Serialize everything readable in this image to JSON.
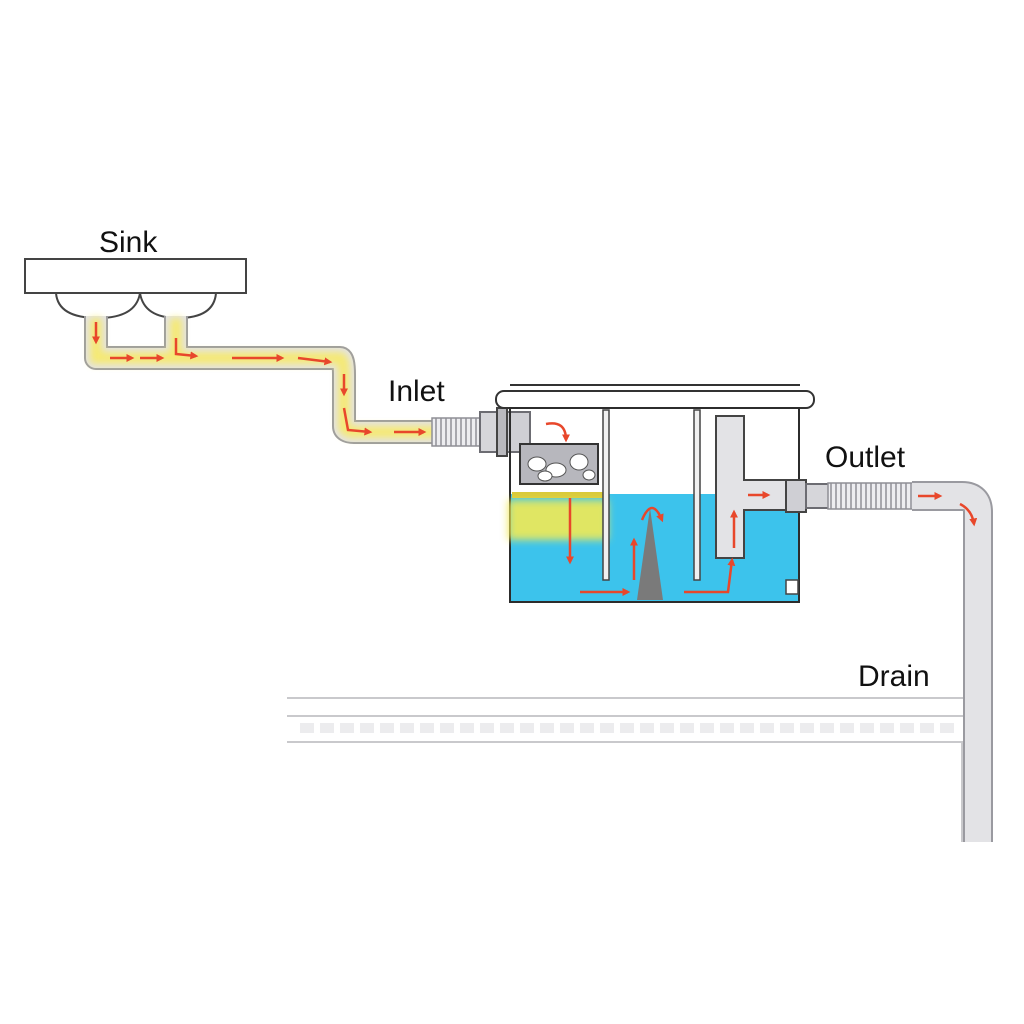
{
  "labels": {
    "sink": "Sink",
    "inlet": "Inlet",
    "outlet": "Outlet",
    "drain": "Drain"
  },
  "colors": {
    "background": "#ffffff",
    "pipe_fill": "#e3e3e6",
    "pipe_stroke": "#9a9aa0",
    "flow_glow": "#f7ea6a",
    "flow_arrow": "#e8472b",
    "water": "#3cc3ec",
    "tank_outline": "#2c2c2c",
    "baffle": "#7a7a7a",
    "grease_layer": "#e9dd3a",
    "basket_fill": "#b7b7bd"
  },
  "icons": [
    "sink-basin-icon",
    "flow-arrow-icon",
    "solids-basket-icon",
    "corrugated-hose-icon"
  ]
}
